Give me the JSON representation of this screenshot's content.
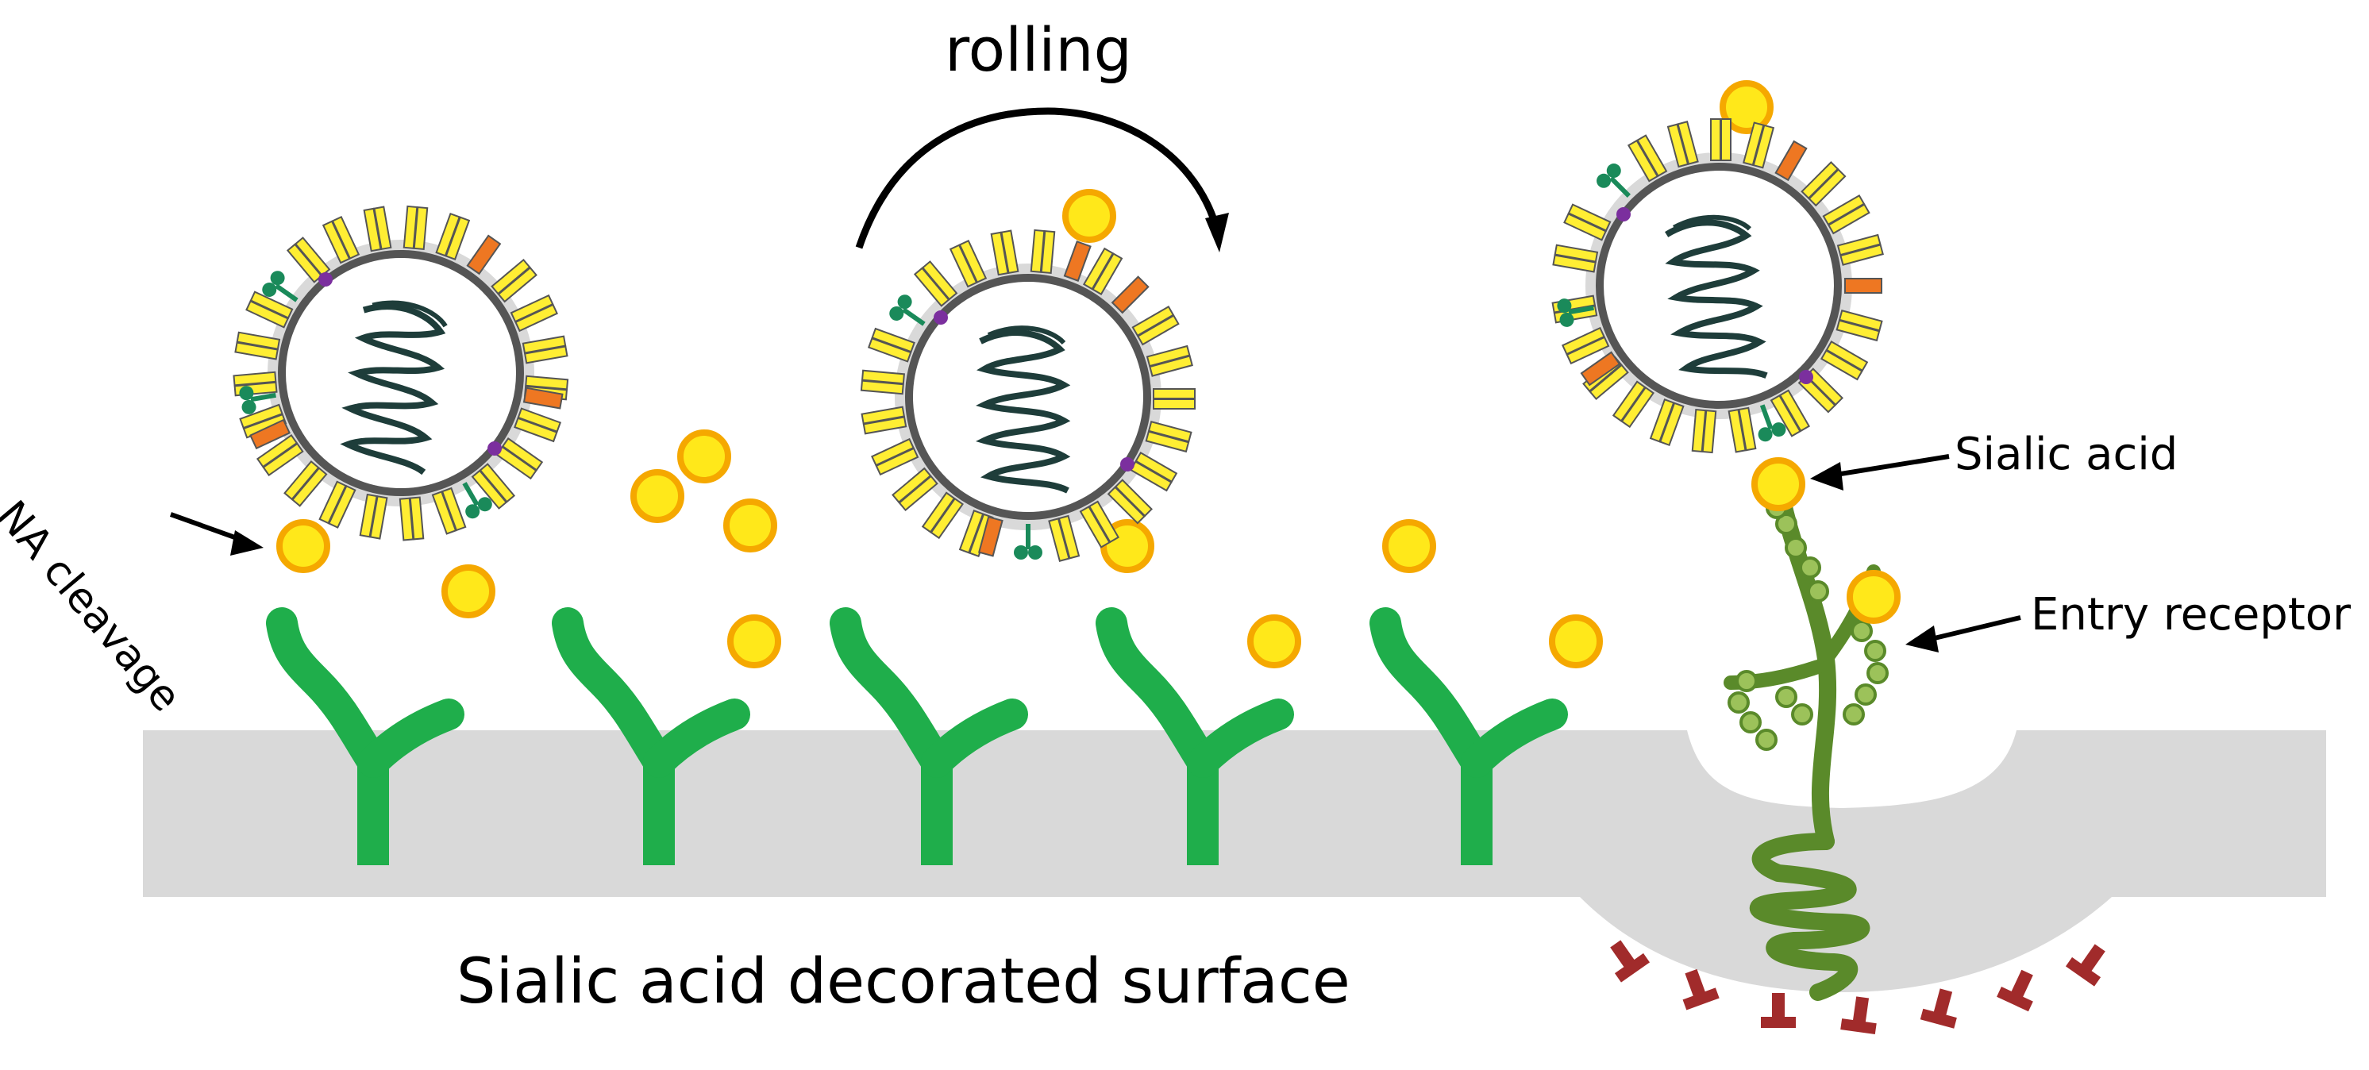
{
  "labels": {
    "rolling": "rolling",
    "surface": "Sialic acid decorated surface",
    "sialic_acid": "Sialic acid",
    "entry_receptor": "Entry receptor",
    "na_cleavage": "NA cleavage"
  },
  "colors": {
    "membrane": "#d9d9d9",
    "receptor_green": "#1fae4b",
    "sialic_yellow": "#ffe81a",
    "sialic_ring": "#f5a800",
    "ha_spike": "#ffee33",
    "na_spike": "#ee7722",
    "m2_green": "#1a8a5a",
    "virus_shell": "#555555",
    "rna": "#1e3d3a",
    "entry_receptor_green": "#5a8a2a",
    "entry_beads": "#9cc25a",
    "cytoplasm_marker": "#a12b2b"
  }
}
